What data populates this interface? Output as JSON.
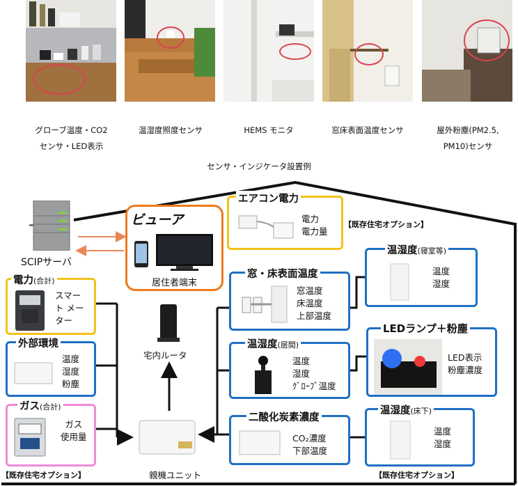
{
  "photos": [
    {
      "caption_lines": [
        "グローブ温度・CO2",
        "センサ・LED表示"
      ]
    },
    {
      "caption_lines": [
        "温湿度照度センサ"
      ]
    },
    {
      "caption_lines": [
        "HEMS モニタ"
      ]
    },
    {
      "caption_lines": [
        "窓床表面温度センサ"
      ]
    },
    {
      "caption_lines": [
        "屋外粉塵(PM2.5,",
        "PM10)センサ"
      ]
    }
  ],
  "section_caption": "センサ・インジケータ設置例",
  "server_label": "SCIPサーバ",
  "viewer": {
    "title": "ビューア",
    "label": "居住者端末"
  },
  "aircon": {
    "title": "エアコン電力",
    "lines": [
      "電力",
      "電力量"
    ]
  },
  "existing_option_top": "【既存住宅オプション】",
  "power": {
    "title": "電力",
    "title_sub": "(合計)",
    "lines": [
      "スマー",
      "ト メー",
      "ター"
    ]
  },
  "outdoor": {
    "title": "外部環境",
    "lines": [
      "温度",
      "湿度",
      "粉塵"
    ]
  },
  "gas": {
    "title": "ガス",
    "title_sub": "(合計)",
    "lines": [
      "ガス",
      "使用量"
    ]
  },
  "existing_option_left": "【既存住宅オプション】",
  "router_label": "宅内ルータ",
  "parent_unit_label": "親機ユニット",
  "window": {
    "title": "窓・床表面温度",
    "lines": [
      "窓温度",
      "床温度",
      "上部温度"
    ]
  },
  "living": {
    "title": "温湿度",
    "title_sub": "(居間)",
    "lines": [
      "温度",
      "湿度",
      "ｸﾞﾛｰﾌﾞ温度"
    ]
  },
  "co2": {
    "title": "二酸化炭素濃度",
    "lines": [
      "CO₂濃度",
      "下部温度"
    ]
  },
  "bedroom": {
    "title": "温湿度",
    "title_sub": "(寝室等)",
    "lines": [
      "温度",
      "湿度"
    ]
  },
  "led": {
    "title": "LEDランプ＋粉塵",
    "lines": [
      "LED表示",
      "粉塵濃度"
    ]
  },
  "floor": {
    "title": "温湿度",
    "title_sub": "(床下)",
    "lines": [
      "温度",
      "湿度"
    ]
  },
  "existing_option_bottom": "【既存住宅オプション】",
  "colors": {
    "yellow": "#f2c21b",
    "blue": "#1f6fc4",
    "pink": "#f08bd6",
    "orange": "#ef7a1a",
    "arrow_orange": "#e8875a"
  }
}
